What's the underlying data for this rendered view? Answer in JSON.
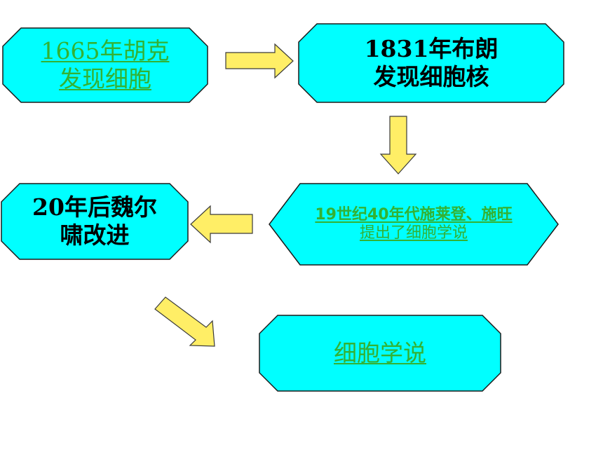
{
  "colors": {
    "box_fill": "#00ffff",
    "box_stroke": "#1a1a1a",
    "arrow_fill": "#ffee66",
    "arrow_stroke": "#3a3a3a",
    "link_text": "#33b233",
    "plain_text": "#000000"
  },
  "nodes": {
    "hooke": {
      "line1": "1665年胡克",
      "line2": "发现细胞"
    },
    "brown": {
      "line1": "1831年布朗",
      "line2": "发现细胞核"
    },
    "schleiden": {
      "line1": "19世纪40年代施莱登、施旺",
      "line2": "提出了细胞学说"
    },
    "virchow": {
      "line1": "20年后魏尔",
      "line2": "啸改进"
    },
    "cell_theory": {
      "label": "细胞学说"
    }
  }
}
